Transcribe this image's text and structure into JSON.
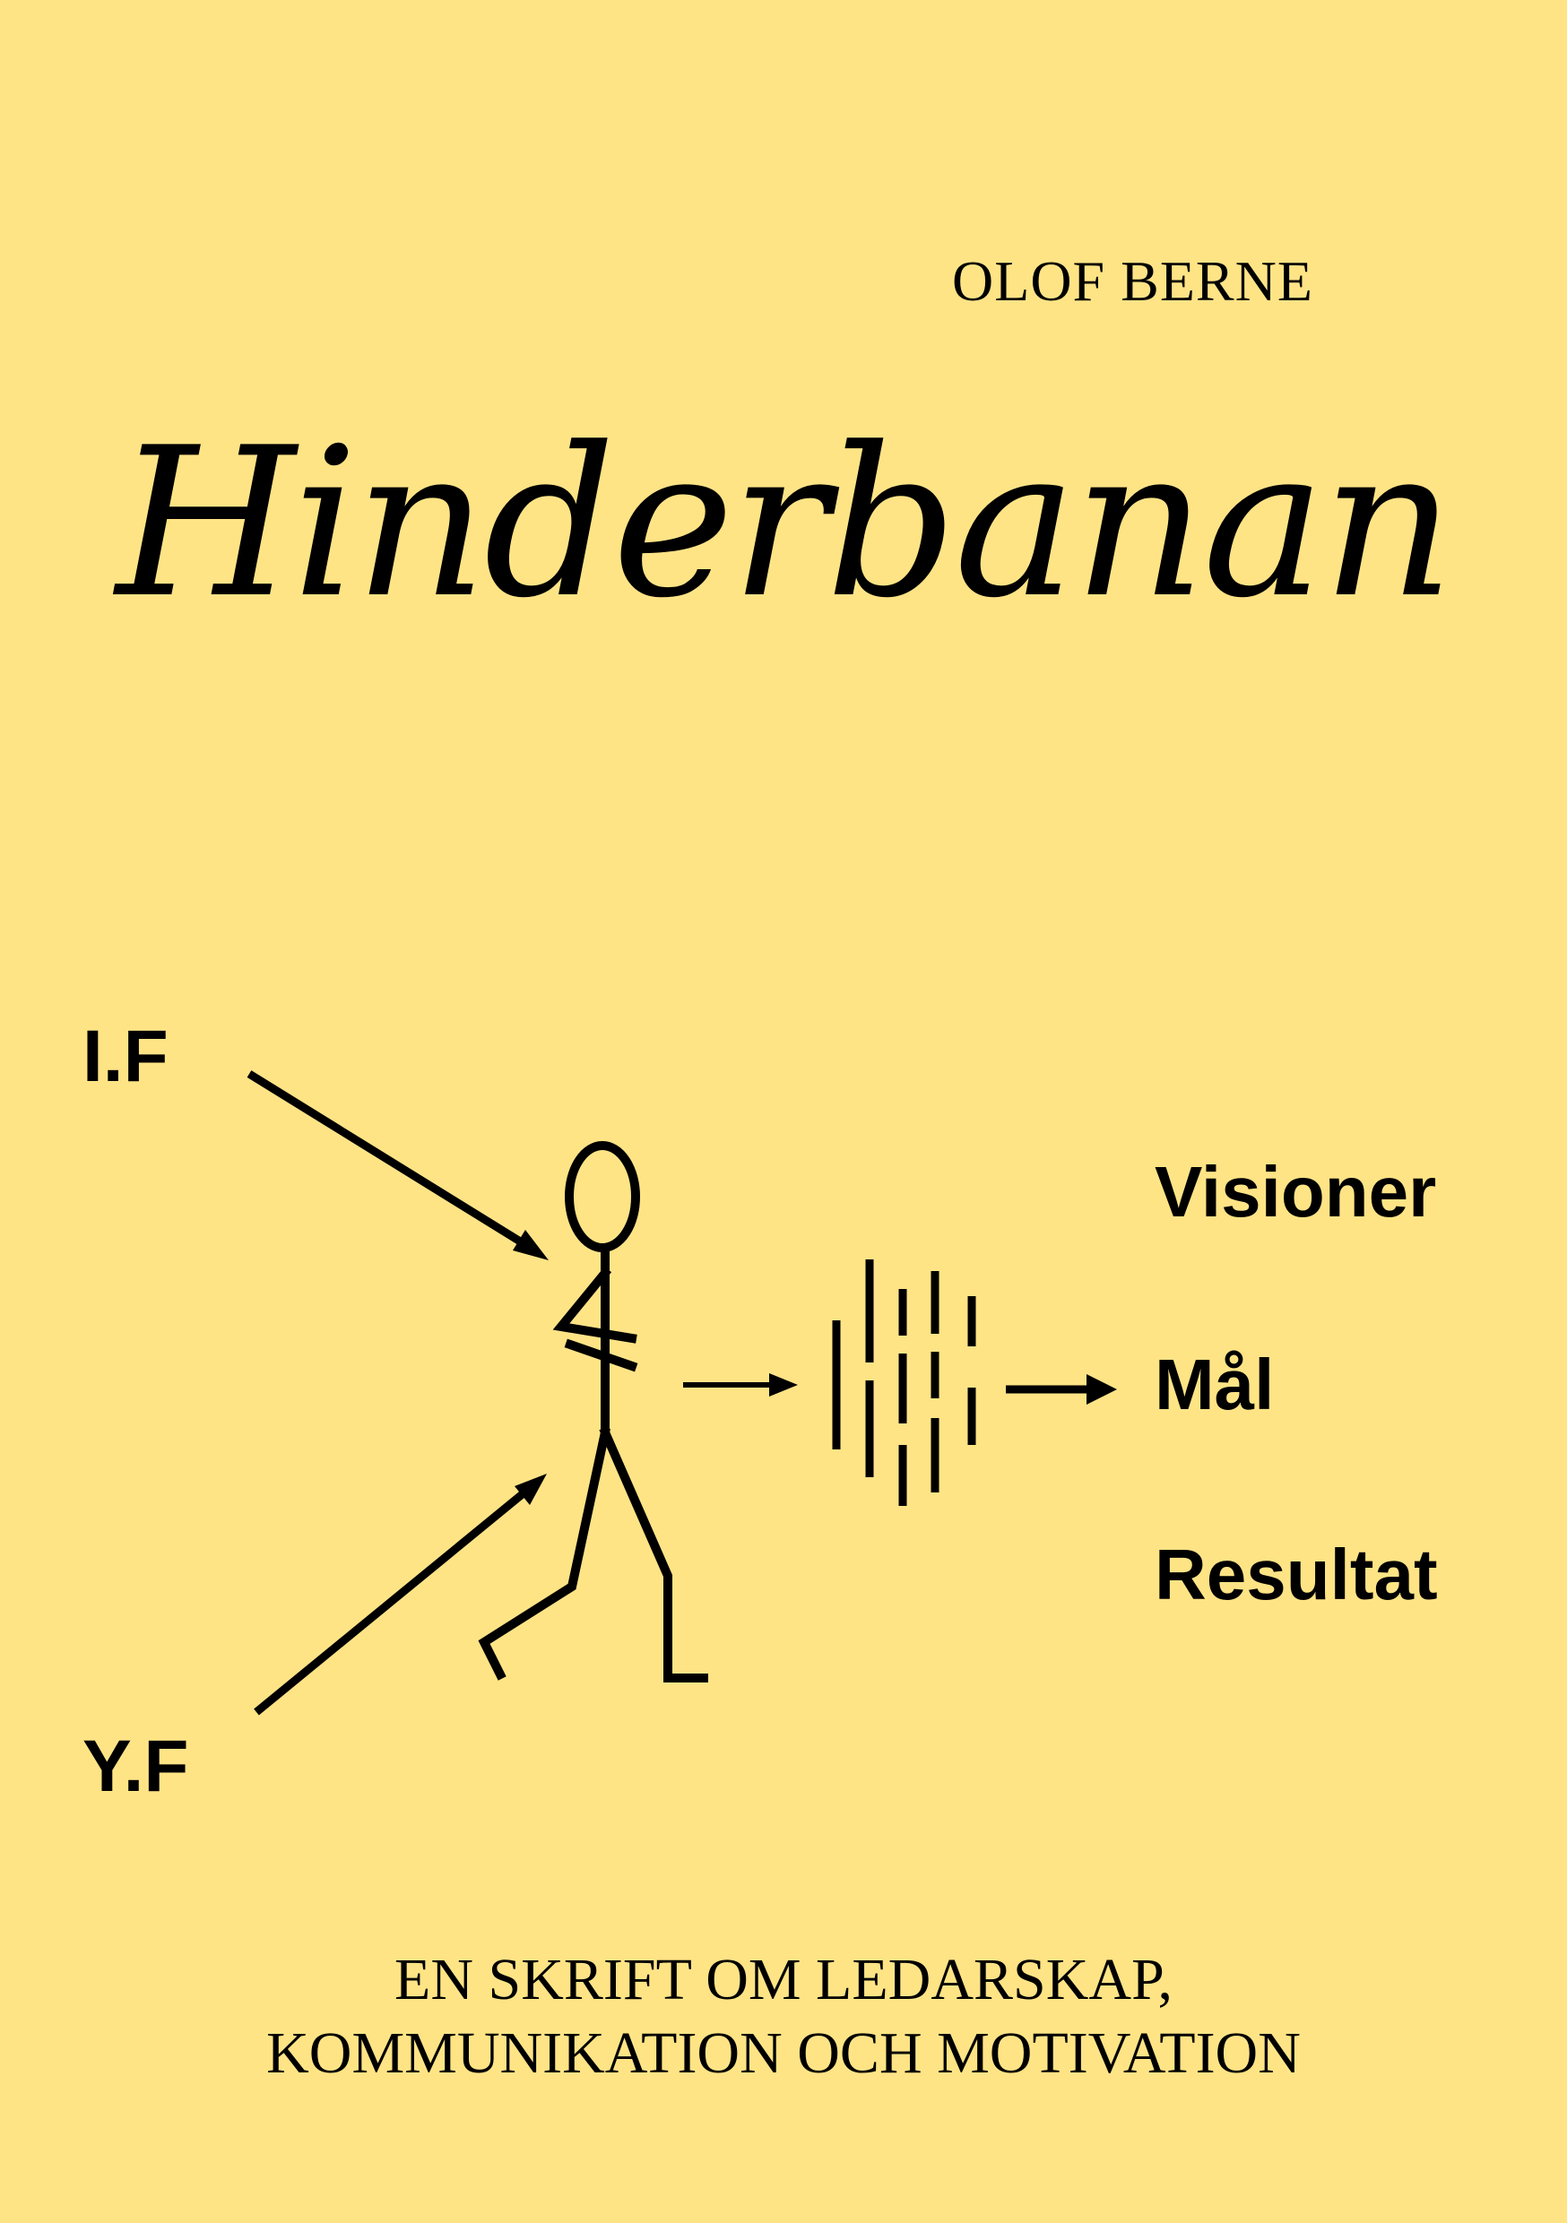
{
  "cover": {
    "author": "OLOF BERNE",
    "title": "Hinderbanan",
    "diagram": {
      "input_top": "I.F",
      "input_bottom": "Y.F",
      "outputs": [
        "Visioner",
        "Mål",
        "Resultat"
      ]
    },
    "subtitle_lines": [
      "EN SKRIFT OM LEDARSKAP,",
      "KOMMUNIKATION OCH MOTIVATION"
    ]
  },
  "colors": {
    "background": "#FFE486",
    "ink": "#000000"
  }
}
